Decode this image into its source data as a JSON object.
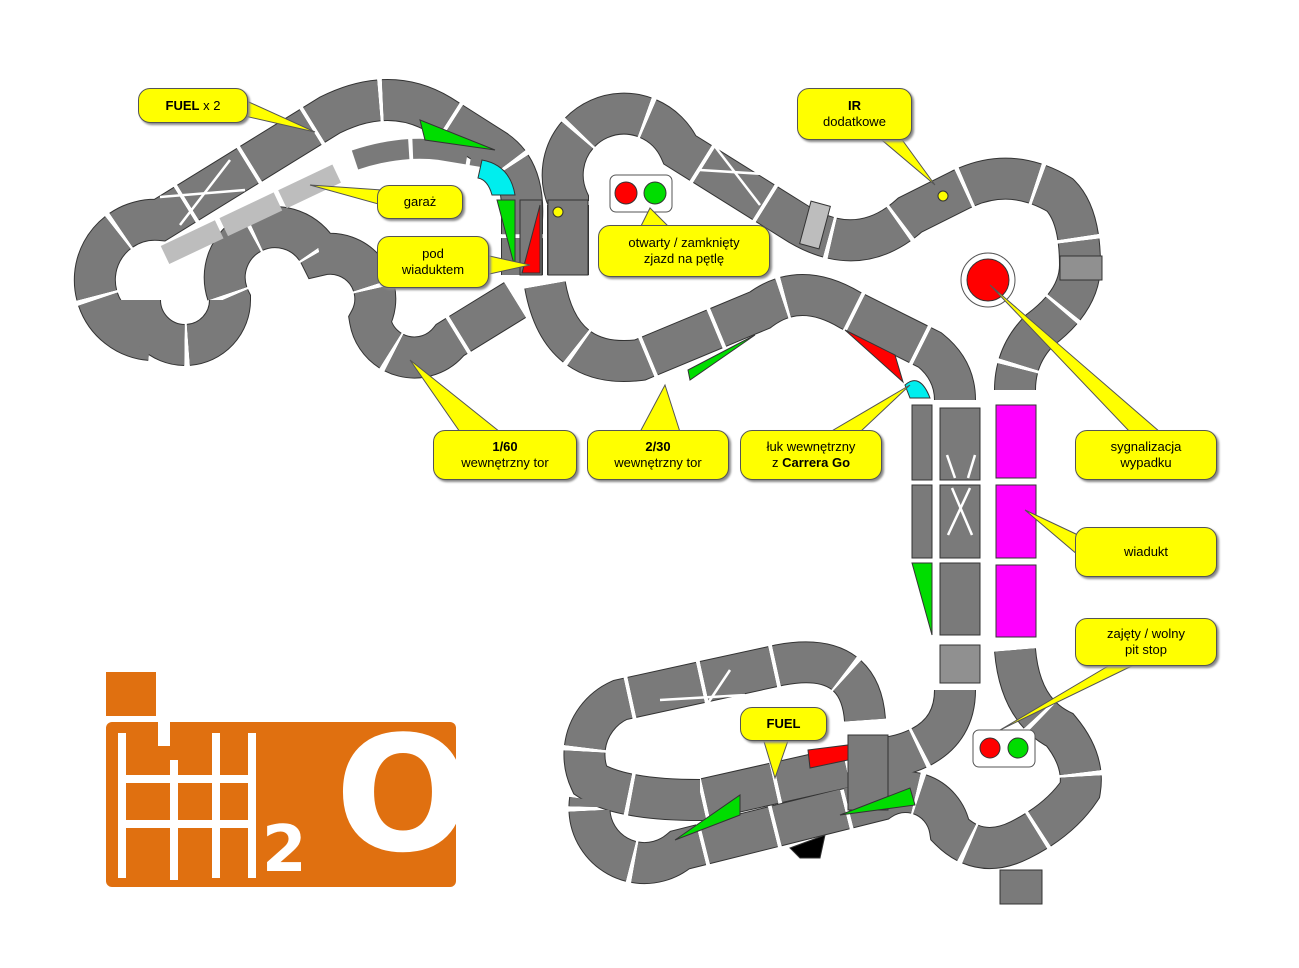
{
  "labels": {
    "fuel_x2": {
      "bold": "FUEL",
      "rest": " x 2"
    },
    "garage": "garaż",
    "under_viaduct": {
      "line1": "pod",
      "line2": "wiaduktem"
    },
    "pit_entry": {
      "line1": "otwarty / zamknięty",
      "line2": "zjazd na pętlę"
    },
    "ir": {
      "bold": "IR",
      "line2": "dodatkowe"
    },
    "accident": {
      "line1": "sygnalizacja",
      "line2": "wypadku"
    },
    "inner_160": {
      "bold": "1/60",
      "line2": "wewnętrzny tor"
    },
    "inner_230": {
      "bold": "2/30",
      "line2": "wewnętrzny tor"
    },
    "carrera": {
      "line1": "łuk wewnętrzny",
      "prefix": "z ",
      "bold": "Carrera Go"
    },
    "viaduct": "wiadukt",
    "pitstop": {
      "line1": "zajęty / wolny",
      "line2": "pit stop"
    },
    "fuel": "FUEL"
  },
  "logo": {
    "text": "H2O",
    "main": "O",
    "sub": "2"
  },
  "colors": {
    "track": "#7a7a7a",
    "garage": "#bdbdbd",
    "callout": "#ffff00",
    "viaduct": "#ff00ff",
    "logo": "#e07010",
    "green": "#00dd00",
    "red": "#ff0000",
    "cyan": "#00eeee"
  }
}
